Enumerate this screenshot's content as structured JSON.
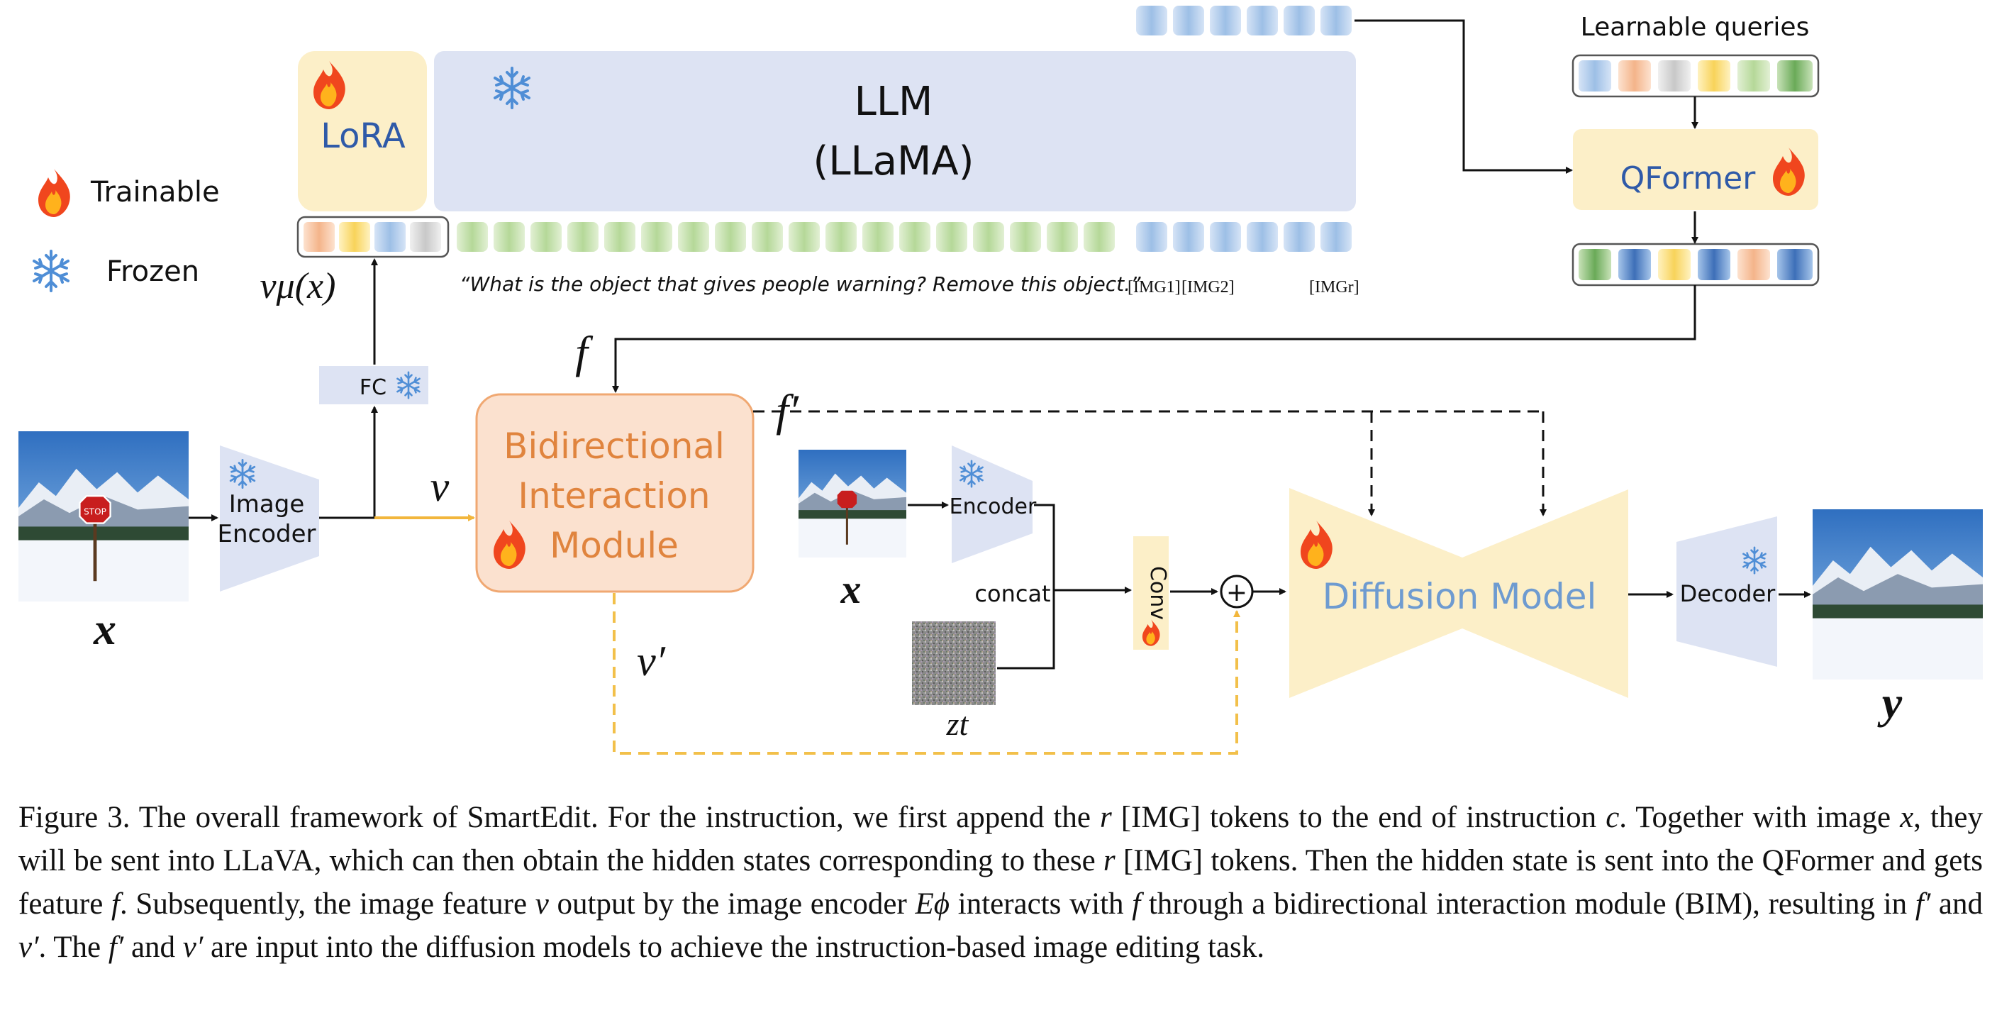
{
  "legend": {
    "trainable": "Trainable",
    "frozen": "Frozen"
  },
  "labels": {
    "lora": "LoRA",
    "llm_line1": "LLM",
    "llm_line2": "(LLaMA)",
    "learnable_queries": "Learnable queries",
    "qformer": "QFormer",
    "fc": "FC",
    "image_encoder_line1": "Image",
    "image_encoder_line2": "Encoder",
    "bim_line1": "Bidirectional",
    "bim_line2": "Interaction",
    "bim_line3": "Module",
    "encoder": "Encoder",
    "concat": "concat",
    "conv": "Conv",
    "diffusion_model": "Diffusion Model",
    "decoder": "Decoder",
    "plus": "+"
  },
  "math": {
    "v_mu_x": "vμ(x)",
    "f": "f",
    "f_prime": "f′",
    "v": "v",
    "v_prime": "v′",
    "x": "x",
    "z_t": "zt",
    "y": "y"
  },
  "instruction_text": "“What is the object that gives people warning? Remove this object.”",
  "img_tokens": {
    "img1": "[IMG1]",
    "img2": "[IMG2]",
    "imgr": "[IMGr]"
  },
  "caption": {
    "s1": "Figure 3. The overall framework of SmartEdit. For the instruction, we first append the ",
    "s2": " [IMG] tokens to the end of instruction ",
    "s3": ". Together with image ",
    "s4": ", they will be sent into LLaVA, which can then obtain the hidden states corresponding to these ",
    "s5": " [IMG] tokens. Then the hidden state is sent into the QFormer and gets feature ",
    "s6": ". Subsequently, the image feature ",
    "s7": " output by the image encoder ",
    "s8": " interacts with ",
    "s9": " through a bidirectional interaction module (BIM), resulting in ",
    "s10": " and ",
    "s11": ". The ",
    "s12": " and ",
    "s13": " are input into the diffusion models to achieve the instruction-based image editing task.",
    "r": "r",
    "c": "c",
    "x": "x",
    "f": "f",
    "v": "v",
    "E_phi": "Eϕ",
    "f_prime": "f′",
    "v_prime": "v′"
  },
  "colors": {
    "llm_fill": "#dde3f3",
    "lora_fill": "#fcefc8",
    "bim_fill": "#fbe1cf",
    "bim_stroke": "#f0a872",
    "bim_text": "#e0843e",
    "diffusion_fill": "#fcefc8",
    "diffusion_text": "#6e9bd0",
    "qformer_text": "#2f5aa8",
    "dashed_orange": "#f2c04a",
    "v_arrow": "#f2b63c"
  },
  "icons": [
    "fire-icon",
    "snowflake-icon"
  ]
}
